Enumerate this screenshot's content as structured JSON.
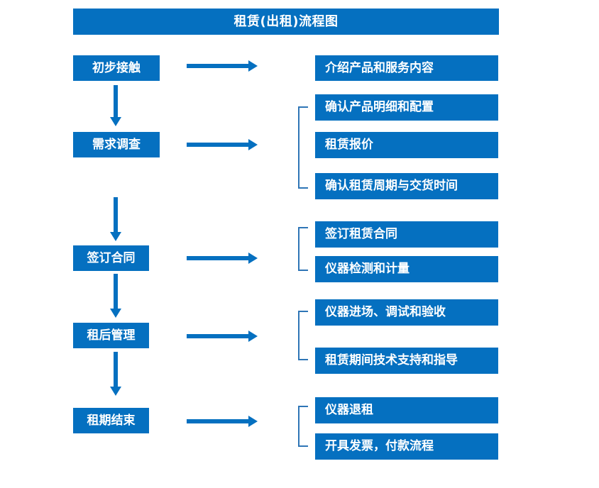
{
  "chart_data": {
    "type": "diagram",
    "title": "租赁(出租)流程图",
    "diagram_kind": "flowchart",
    "orientation": "vertical-with-side-details",
    "stages": [
      {
        "label": "初步接触",
        "details": [
          "介绍产品和服务内容"
        ]
      },
      {
        "label": "需求调查",
        "details": [
          "确认产品明细和配置",
          "租赁报价",
          "确认租赁周期与交货时间"
        ]
      },
      {
        "label": "签订合同",
        "details": [
          "签订租赁合同",
          "仪器检测和计量"
        ]
      },
      {
        "label": "租后管理",
        "details": [
          "仪器进场、调试和验收",
          "租赁期间技术支持和指导"
        ]
      },
      {
        "label": "租期结束",
        "details": [
          "仪器退租",
          "开具发票，付款流程"
        ]
      }
    ]
  },
  "header": {
    "title": "租赁(出租)流程图"
  },
  "stages": [
    {
      "label": "初步接触"
    },
    {
      "label": "需求调查"
    },
    {
      "label": "签订合同"
    },
    {
      "label": "租后管理"
    },
    {
      "label": "租期结束"
    }
  ],
  "details": [
    {
      "label": "介绍产品和服务内容"
    },
    {
      "label": "确认产品明细和配置"
    },
    {
      "label": "租赁报价"
    },
    {
      "label": "确认租赁周期与交货时间"
    },
    {
      "label": "签订租赁合同"
    },
    {
      "label": "仪器检测和计量"
    },
    {
      "label": "仪器进场、调试和验收"
    },
    {
      "label": "租赁期间技术支持和指导"
    },
    {
      "label": "仪器退租"
    },
    {
      "label": "开具发票，付款流程"
    }
  ],
  "colors": {
    "box_fill": "#0570C0",
    "box_text": "#FFFFFF",
    "arrow": "#0570C0",
    "bracket": "#2E75B6",
    "background": "#FFFFFF"
  }
}
